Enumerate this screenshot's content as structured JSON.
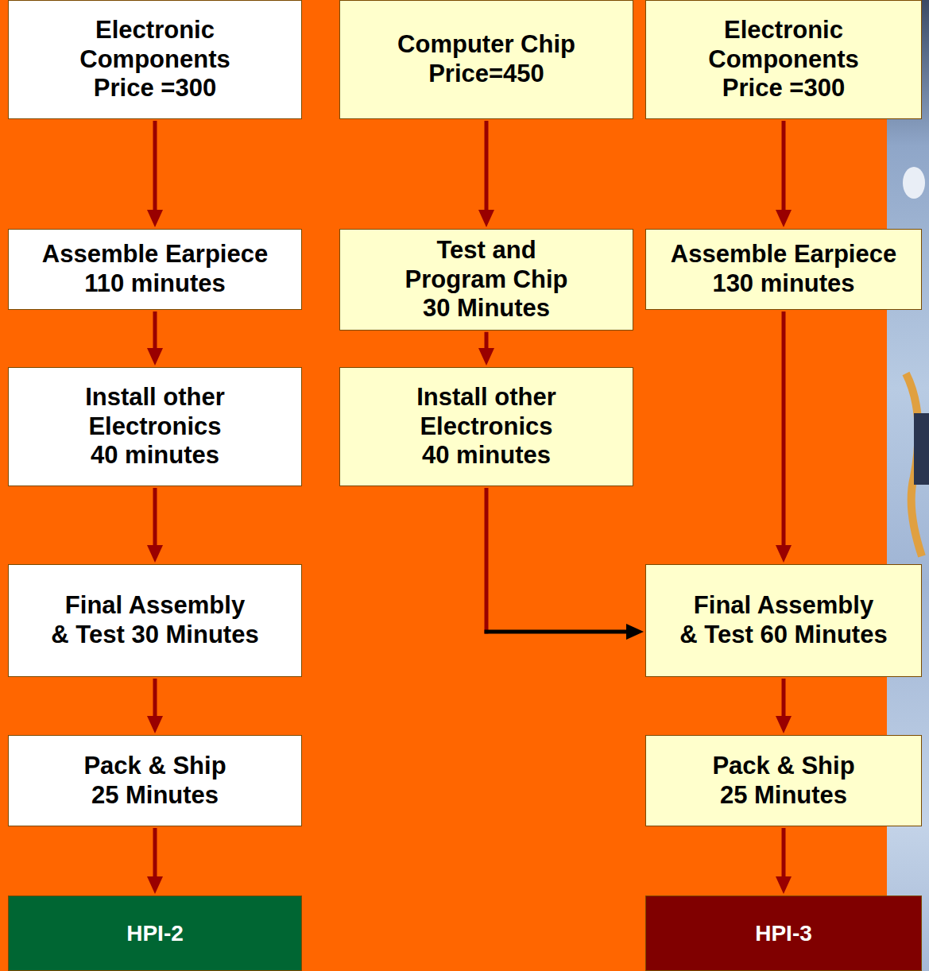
{
  "diagram": {
    "nodes": [
      {
        "text": [
          "Electronic Components",
          "Price =300"
        ]
      },
      {
        "text": [
          "Computer Chip",
          "Price=450"
        ]
      },
      {
        "text": [
          "Electronic Components",
          "Price =300"
        ]
      },
      {
        "text": [
          "Assemble Earpiece",
          "110 minutes"
        ]
      },
      {
        "text": [
          "Test and Program Chip",
          "30 Minutes"
        ]
      },
      {
        "text": [
          "Assemble Earpiece",
          "130 minutes"
        ]
      },
      {
        "text": [
          "Install other Electronics",
          "40 minutes"
        ]
      },
      {
        "text": [
          "Install other Electronics",
          "40 minutes"
        ]
      },
      {
        "text": [
          "Final Assembly",
          "& Test 30 Minutes"
        ]
      },
      {
        "text": [
          "Final Assembly",
          "& Test 60 Minutes"
        ]
      },
      {
        "text": [
          "Pack & Ship",
          "25 Minutes"
        ]
      },
      {
        "text": [
          "Pack & Ship",
          "25 Minutes"
        ]
      },
      {
        "text": [
          "HPI-2"
        ]
      },
      {
        "text": [
          "HPI-3"
        ]
      }
    ],
    "edges": [
      {
        "from": 0,
        "to": 3,
        "arrow": "to"
      },
      {
        "from": 3,
        "to": 6,
        "arrow": "to"
      },
      {
        "from": 6,
        "to": 8,
        "arrow": "to"
      },
      {
        "from": 8,
        "to": 10,
        "arrow": "to"
      },
      {
        "from": 10,
        "to": 12,
        "arrow": "to"
      },
      {
        "from": 1,
        "to": 4,
        "arrow": "to"
      },
      {
        "from": 4,
        "to": 7,
        "arrow": "to"
      },
      {
        "from": 7,
        "to": 9,
        "arrow": "to"
      },
      {
        "from": 2,
        "to": 5,
        "arrow": "to"
      },
      {
        "from": 5,
        "to": 9,
        "arrow": "to"
      },
      {
        "from": 9,
        "to": 11,
        "arrow": "to"
      },
      {
        "from": 11,
        "to": 13,
        "arrow": "to"
      }
    ]
  }
}
